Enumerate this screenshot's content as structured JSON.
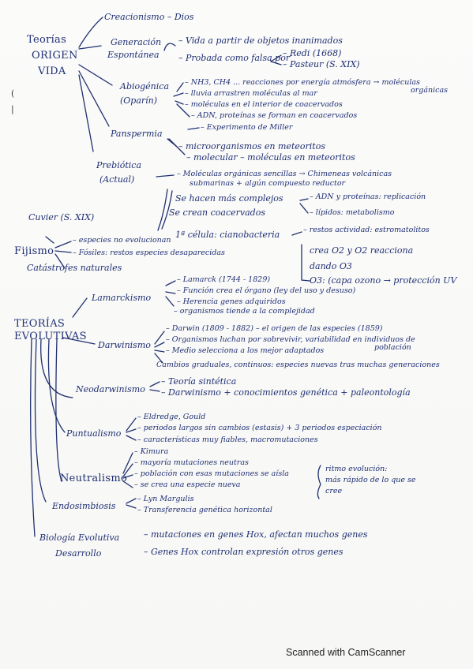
{
  "origen": {
    "title": [
      "Teorías",
      "ORIGEN",
      "VIDA"
    ],
    "creacionismo": "Creacionismo – Dios",
    "generacion": [
      "Generación",
      "Espontánea"
    ],
    "gen_vida": "– Vida a partir de objetos inanimados",
    "gen_probada": "– Probada como falsa por",
    "redi": "– Redi (1668)",
    "pasteur": "– Pasteur (S. XIX)",
    "abiogenica": [
      "Abiogénica",
      "(Oparín)"
    ],
    "abio_1": "– NH3, CH4 ... reacciones por energía atmósfera → moléculas",
    "abio_1b": "orgánicas",
    "abio_2": "– lluvia arrastren moléculas al mar",
    "abio_3": "– moléculas en el interior de coacervados",
    "abio_4": "– ADN, proteínas se forman en coacervados",
    "miller": "– Experimento de Miller",
    "panspermia": "Panspermia",
    "pans_1": "– microorganismos en meteoritos",
    "pans_2": "– molecular – moléculas en meteoritos",
    "prebiotica": [
      "Prebiótica",
      "(Actual)"
    ],
    "preb_1": "– Moléculas orgánicas sencillas → Chimeneas volcánicas",
    "preb_1b": "submarinas + algún compuesto reductor",
    "preb_2": "Se hacen más complejos",
    "preb_adn": "– ADN y proteínas: replicación",
    "preb_3": "Se crean coacervados",
    "preb_lip": "– lípidos: metabolismo",
    "preb_4": "1ª célula: cianobacteria",
    "preb_restos": "– restos actividad: estromatolitos",
    "o2_1": "crea O2 y O2 reacciona",
    "o2_2": "dando O3",
    "o2_3": "O3: (capa ozono → protección UV"
  },
  "evolutivas": {
    "title": [
      "TEORÍAS",
      "EVOLUTIVAS"
    ],
    "cuvier": "Cuvier (S. XIX)",
    "fijismo": "Fijismo",
    "fij_1": "– especies no evolucionan",
    "fij_2": "– Fósiles: restos especies desaparecidas",
    "fij_3": "Catástrofes naturales",
    "lamarckismo": "Lamarckismo",
    "lam_1": "– Lamarck (1744 - 1829)",
    "lam_2": "– Función crea el órgano (ley del uso y desuso)",
    "lam_3": "– Herencia genes adquiridos",
    "lam_4": "– organismos tiende a la complejidad",
    "darwinismo": "Darwinismo",
    "dar_1": "– Darwin (1809 - 1882) – el origen de las especies (1859)",
    "dar_2": "– Organismos luchan por sobrevivir, variabilidad en individuos de",
    "dar_2b": "población",
    "dar_3": "– Medio selecciona a los mejor adaptados",
    "dar_4": "Cambios graduales, continuos: especies nuevas tras muchas generaciones",
    "neodarwinismo": "Neodarwinismo",
    "neo_1": "– Teoría sintética",
    "neo_2": "– Darwinismo + conocimientos genética + paleontología",
    "puntualismo": "Puntualismo",
    "pun_1": "– Eldredge, Gould",
    "pun_2": "– periodos largos sin cambios (estasis) + 3 periodos especiación",
    "pun_3": "– características muy fiables, macromutaciones",
    "neutralismo": "Neutralismo",
    "neu_1": "– Kimura",
    "neu_2": "– mayoría mutaciones neutras",
    "neu_3": "– población con esas mutaciones se aísla",
    "neu_4": "– se crea una especie nueva",
    "neu_note": [
      "ritmo evolución:",
      "más rápido de lo que se",
      "cree"
    ],
    "endosimbiosis": "Endosimbiosis",
    "endo_1": "– Lyn Margulis",
    "endo_2": "– Transferencia genética horizontal",
    "biologia": [
      "Biología Evolutiva",
      "Desarrollo"
    ],
    "bio_1": "– mutaciones en genes Hox, afectan muchos genes",
    "bio_2": "– Genes Hox controlan expresión otros genes"
  },
  "margin_marks": [
    "(",
    "|"
  ],
  "footer": "Scanned with CamScanner"
}
